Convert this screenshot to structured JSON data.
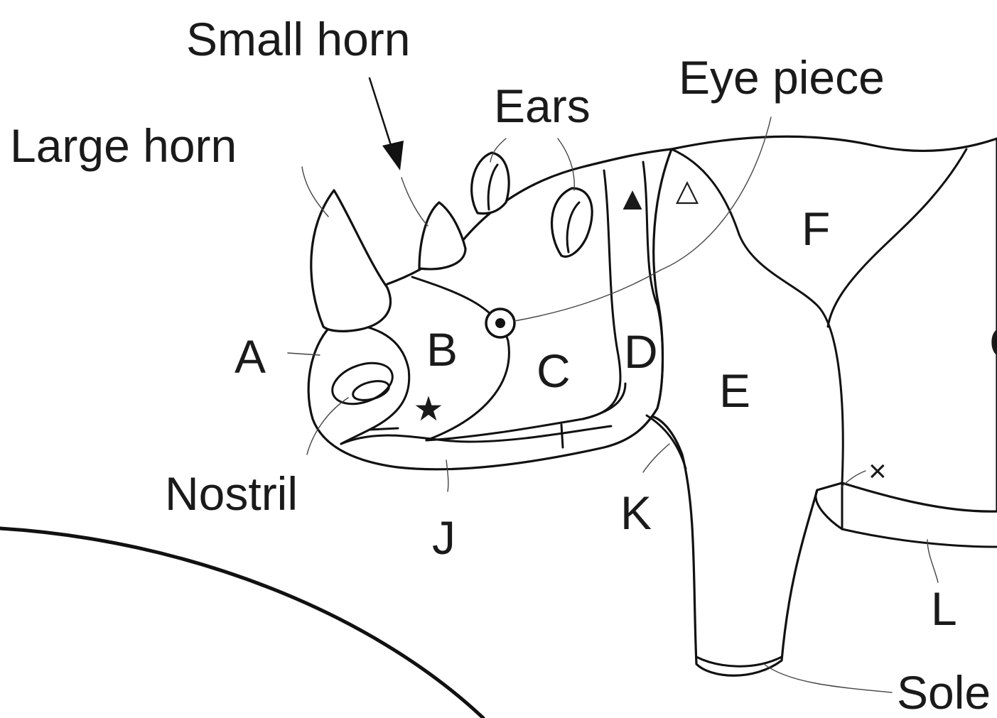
{
  "labels": {
    "small_horn": "Small horn",
    "large_horn": "Large horn",
    "ears": "Ears",
    "eye_piece": "Eye piece",
    "nostril": "Nostril",
    "sole": "Sole"
  },
  "parts": {
    "a": "A",
    "b": "B",
    "c": "C",
    "d": "D",
    "e": "E",
    "f": "F",
    "g_partial": "G",
    "j": "J",
    "k": "K",
    "l": "L",
    "x": "×"
  },
  "symbols": {
    "star": "★",
    "filled_triangle": "▲",
    "open_triangle": "△"
  },
  "colors": {
    "line": "#111111",
    "leader": "#444444",
    "text": "#1a1a1a",
    "background": "#ffffff"
  }
}
